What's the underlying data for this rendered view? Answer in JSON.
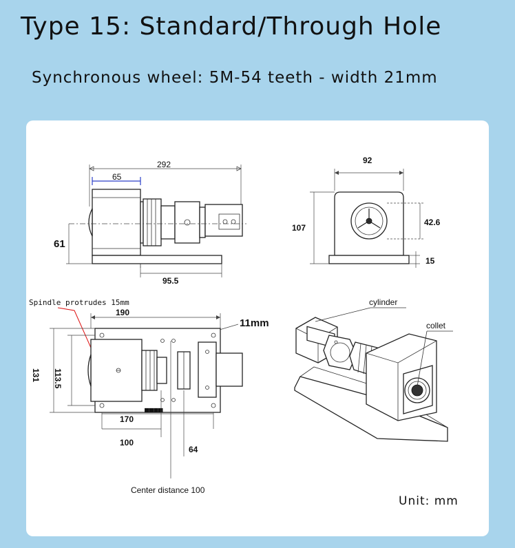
{
  "header": {
    "title": "Type 15: Standard/Through Hole",
    "subtitle": "Synchronous wheel: 5M-54 teeth - width 21mm"
  },
  "side_view": {
    "dim_total": "292",
    "dim_motor": "65",
    "dim_height": "61",
    "dim_base": "95.5"
  },
  "end_view": {
    "dim_width": "92",
    "dim_height": "107",
    "dim_chuck": "42.6",
    "dim_base": "15"
  },
  "top_view": {
    "note": "Spindle protrudes 15mm",
    "dim_width": "190",
    "dim_slot": "11mm",
    "dim_outer_height": "131",
    "dim_inner_height": "113.5",
    "dim_170": "170",
    "dim_100": "100",
    "dim_64": "64",
    "center_distance": "Center distance 100"
  },
  "iso_view": {
    "label_cylinder": "cylinder",
    "label_collet": "collet"
  },
  "footer": {
    "unit": "Unit: mm"
  },
  "colors": {
    "background": "#a8d4ec",
    "panel": "#ffffff",
    "dimension_blue": "#2a3fc8",
    "leader_red": "#dd1111"
  }
}
